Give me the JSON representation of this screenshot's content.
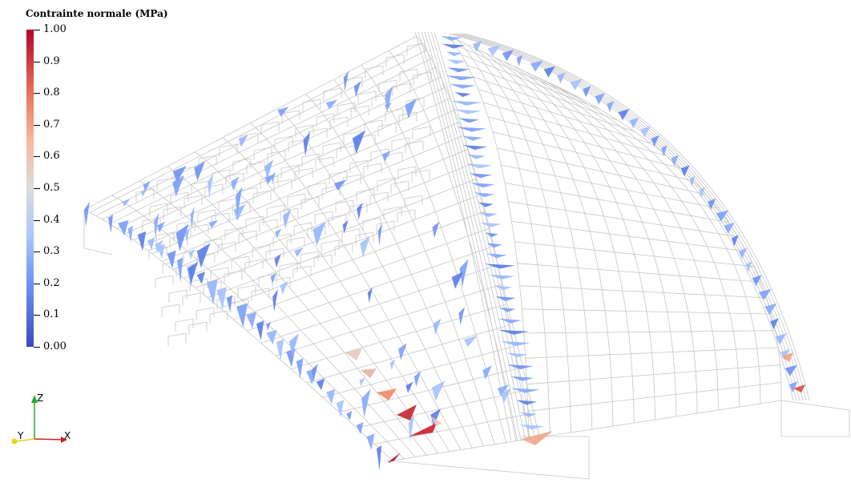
{
  "legend": {
    "title": "Contrainte normale (MPa)",
    "ticks": [
      "1.00",
      "0.9",
      "0.8",
      "0.7",
      "0.6",
      "0.5",
      "0.4",
      "0.3",
      "0.2",
      "0.1",
      "0.00"
    ],
    "min": 0.0,
    "max": 1.0,
    "colormap": [
      "#b40426",
      "#e7745b",
      "#f7b89c",
      "#dddcdc",
      "#aac7fd",
      "#6f92f3",
      "#3b4cc0"
    ]
  },
  "orientation_axes": {
    "z": "Z",
    "y": "Y",
    "x": "X",
    "colors": {
      "z": "#22aa22",
      "y": "#e6d21c",
      "x": "#cc2222"
    }
  },
  "scene": {
    "wire_color": "#c8c8c8",
    "description": "vault-mesh"
  }
}
